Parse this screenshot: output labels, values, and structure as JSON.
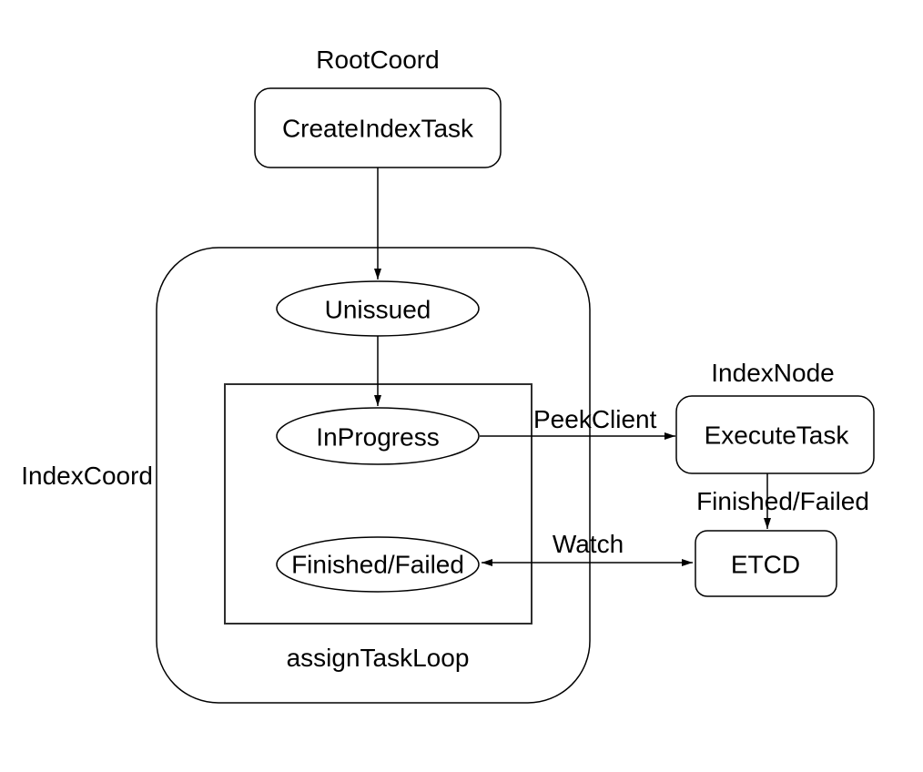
{
  "diagram": {
    "type": "flowchart",
    "colors": {
      "background": "#ffffff",
      "stroke": "#000000",
      "text": "#000000"
    },
    "group_labels": {
      "root_coord": "RootCoord",
      "index_coord": "IndexCoord",
      "index_node": "IndexNode",
      "assign_task_loop": "assignTaskLoop"
    },
    "nodes": {
      "create_index_task": {
        "label": "CreateIndexTask",
        "shape": "rounded-rect"
      },
      "unissued": {
        "label": "Unissued",
        "shape": "ellipse"
      },
      "in_progress": {
        "label": "InProgress",
        "shape": "ellipse"
      },
      "finished_failed_state": {
        "label": "Finished/Failed",
        "shape": "ellipse"
      },
      "execute_task": {
        "label": "ExecuteTask",
        "shape": "rounded-rect"
      },
      "etcd": {
        "label": "ETCD",
        "shape": "rounded-rect"
      }
    },
    "edges": {
      "create_to_unissued": {
        "label": "",
        "from": "create_index_task",
        "to": "unissued",
        "direction": "single"
      },
      "unissued_to_in_progress": {
        "label": "",
        "from": "unissued",
        "to": "in_progress",
        "direction": "single"
      },
      "peek_client": {
        "label": "PeekClient",
        "from": "in_progress",
        "to": "execute_task",
        "direction": "single"
      },
      "execute_to_etcd": {
        "label": "Finished/Failed",
        "from": "execute_task",
        "to": "etcd",
        "direction": "single"
      },
      "watch": {
        "label": "Watch",
        "from": "finished_failed_state",
        "to": "etcd",
        "direction": "double"
      }
    }
  }
}
